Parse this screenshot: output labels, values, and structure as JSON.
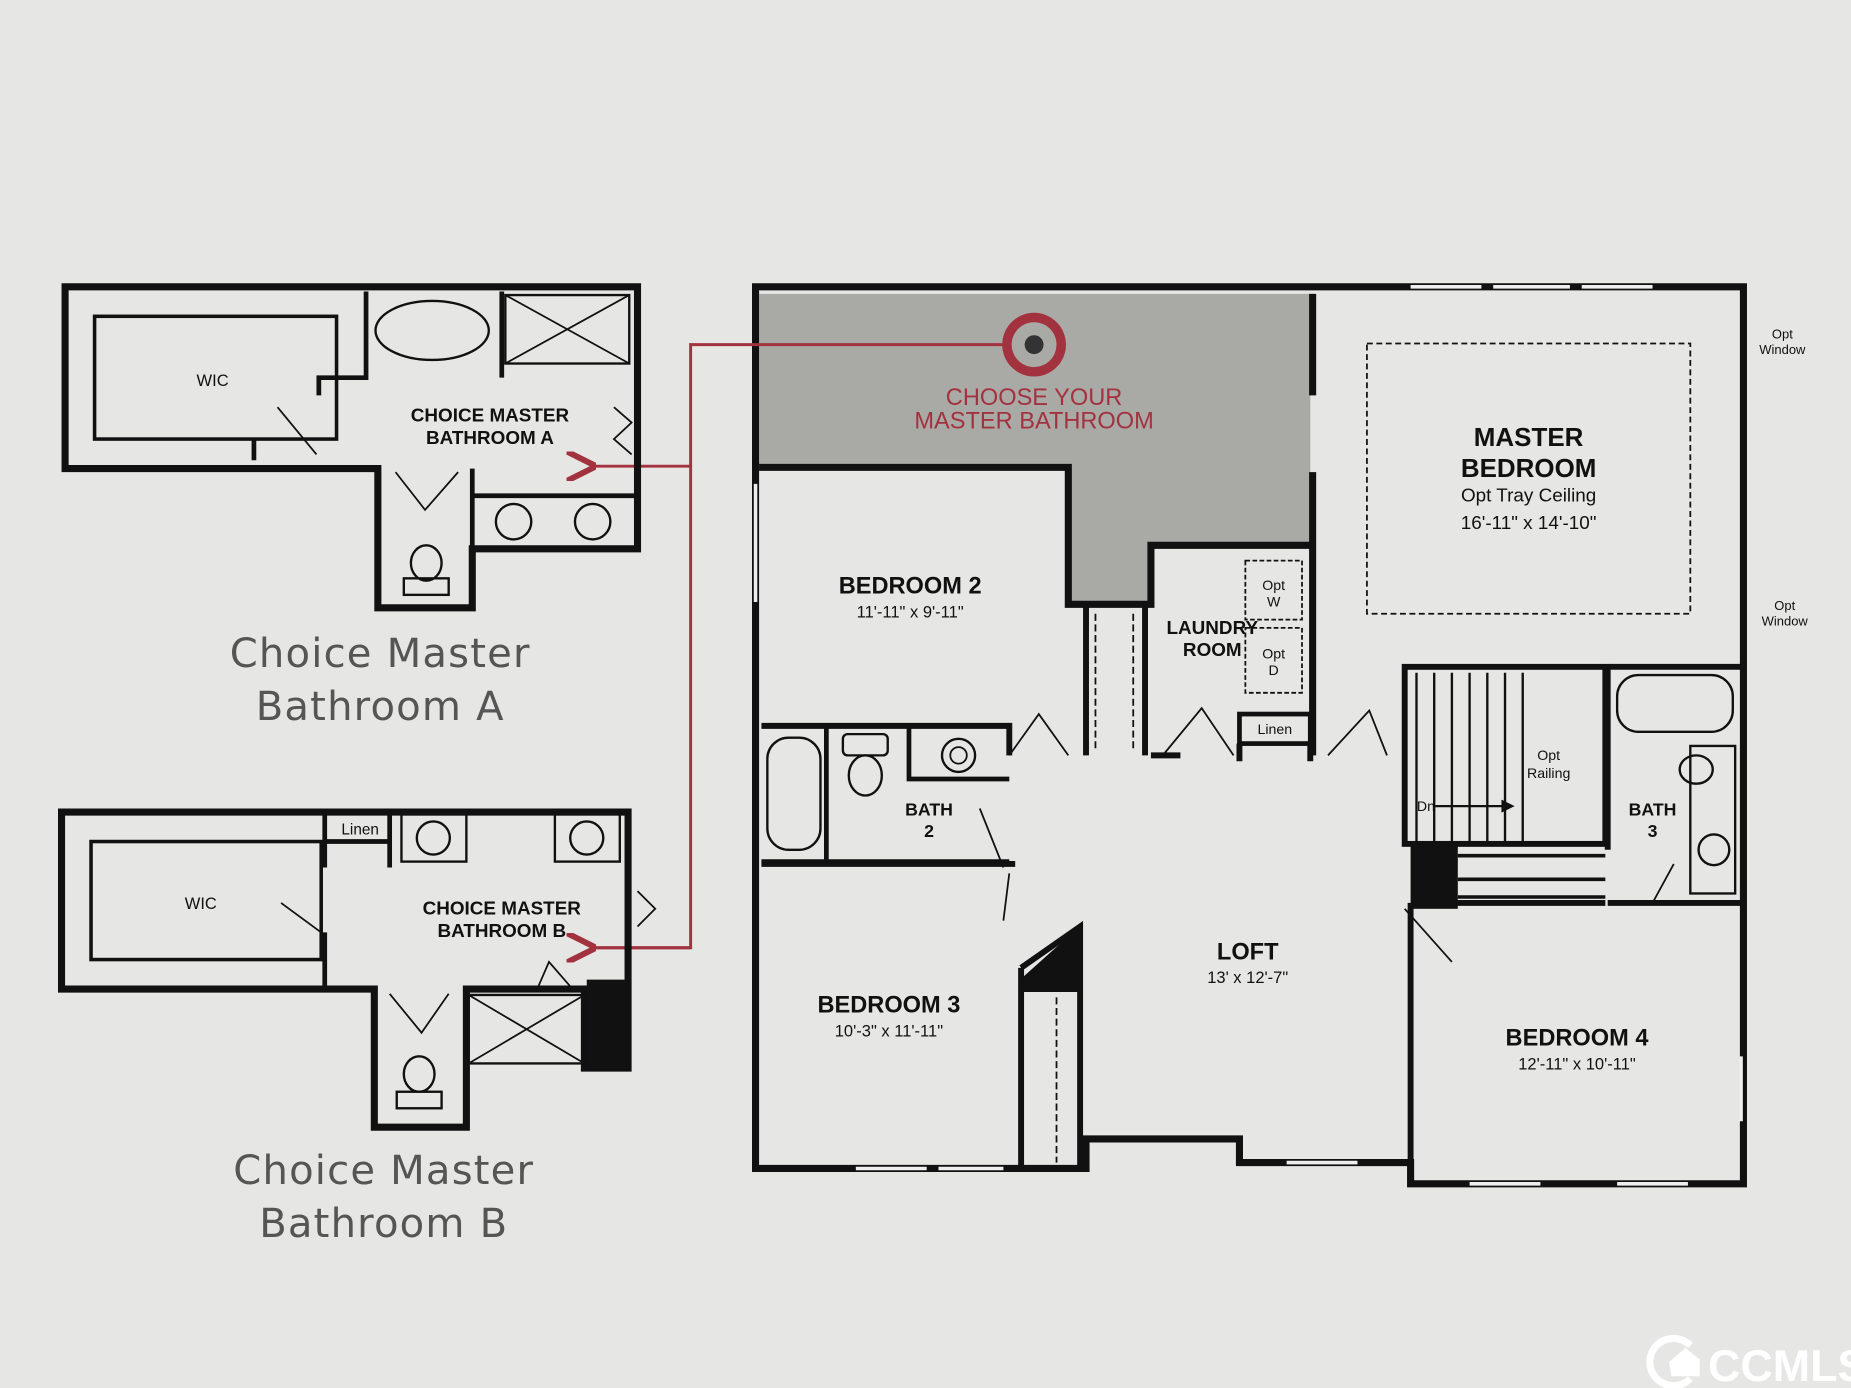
{
  "callout": {
    "line1": "CHOOSE YOUR",
    "line2": "MASTER BATHROOM",
    "color": "#a3323f"
  },
  "option_a": {
    "wic": "WIC",
    "label_line1": "CHOICE MASTER",
    "label_line2": "BATHROOM A",
    "caption_line1": "Choice Master",
    "caption_line2": "Bathroom  A"
  },
  "option_b": {
    "wic": "WIC",
    "linen": "Linen",
    "label_line1": "CHOICE MASTER",
    "label_line2": "BATHROOM B",
    "caption_line1": "Choice Master",
    "caption_line2": "Bathroom  B"
  },
  "rooms": {
    "master": {
      "line1": "MASTER",
      "line2": "BEDROOM",
      "note": "Opt Tray Ceiling",
      "dims": "16'-11\" x 14'-10\""
    },
    "bedroom2": {
      "name": "BEDROOM 2",
      "dims": "11'-11\" x 9'-11\""
    },
    "bedroom3": {
      "name": "BEDROOM 3",
      "dims": "10'-3\" x 11'-11\""
    },
    "bedroom4": {
      "name": "BEDROOM 4",
      "dims": "12'-11\" x 10'-11\""
    },
    "loft": {
      "name": "LOFT",
      "dims": "13' x 12'-7\""
    },
    "laundry": {
      "line1": "LAUNDRY",
      "line2": "ROOM",
      "washer_1": "Opt",
      "washer_2": "W",
      "dryer_1": "Opt",
      "dryer_2": "D"
    },
    "linen": "Linen",
    "bath2": {
      "line1": "BATH",
      "line2": "2"
    },
    "bath3": {
      "line1": "BATH",
      "line2": "3"
    },
    "stairs": {
      "down": "Dn",
      "railing_1": "Opt",
      "railing_2": "Railing"
    },
    "opt_window_1": {
      "line1": "Opt",
      "line2": "Window"
    },
    "opt_window_2": {
      "line1": "Opt",
      "line2": "Window"
    }
  },
  "watermark": "CCMLS"
}
